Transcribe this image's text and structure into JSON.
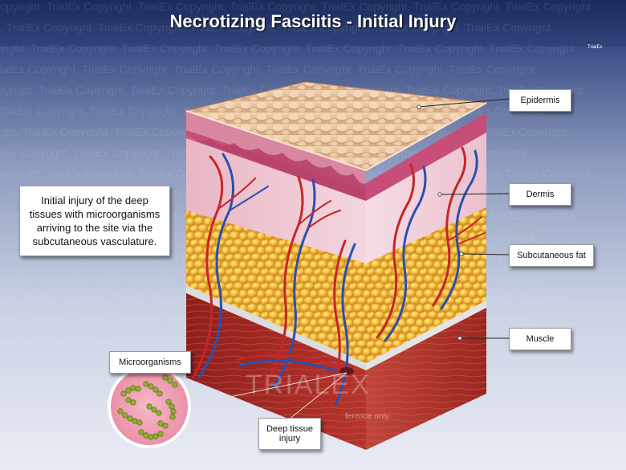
{
  "header": {
    "title": "Necrotizing Fasciitis - Initial Injury"
  },
  "watermark": {
    "text": "Copyright. TrialEx Copyright. TrialEx Copyright. TrialEx Copyright. TrialEx Copyright. TrialEx Copyright. TrialEx Copyright.",
    "brand": "TRIALEX",
    "reference": "ference only.",
    "corner_mark": "TrialEx"
  },
  "description": "Initial injury of the deep tissues with microorganisms arriving to the site via the subcutaneous vasculature.",
  "labels": {
    "epidermis": "Epidermis",
    "dermis": "Dermis",
    "subcutaneous_fat": "Subcutaneous fat",
    "muscle": "Muscle",
    "microorganisms": "Microorganisms",
    "deep_tissue_injury": "Deep tissue injury"
  },
  "colors": {
    "title_bar": "#1a2a5c",
    "epidermis": "#e3bf9a",
    "dermis": "#f0cdd8",
    "fat": "#e9b43c",
    "muscle": "#b5302a",
    "inset_bg": "#f2a3b7",
    "bacteria": "#8fae2c"
  }
}
